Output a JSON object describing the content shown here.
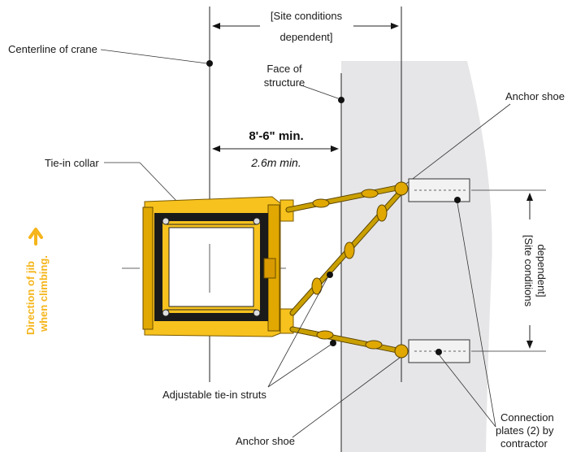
{
  "labels": {
    "centerline": "Centerline of crane",
    "site_top_line1": "[Site conditions",
    "site_top_line2": "dependent]",
    "face_line1": "Face of",
    "face_line2": "structure",
    "anchor_shoe_top": "Anchor shoe",
    "dim_imperial": "8'-6\" min.",
    "dim_metric": "2.6m min.",
    "tie_in_collar": "Tie-in collar",
    "site_right_line1": "[Site conditions",
    "site_right_line2": "dependent]",
    "adjustable_struts": "Adjustable tie-in struts",
    "anchor_shoe_bottom": "Anchor shoe",
    "connection_line1": "Connection",
    "connection_line2": "plates (2) by",
    "connection_line3": "contractor",
    "jib_line1": "Direction of jib",
    "jib_line2": "when climbing."
  },
  "colors": {
    "collar_yellow": "#f7c21e",
    "jib_text_orange": "#f5b51b",
    "structure_gray": "#e6e6e8"
  }
}
